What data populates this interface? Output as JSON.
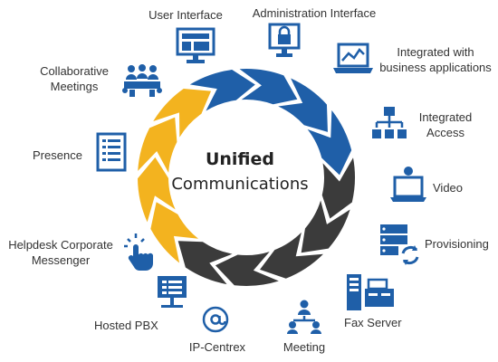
{
  "center": {
    "title": "Unified",
    "subtitle": "Communications"
  },
  "colors": {
    "blue": "#1f5fa8",
    "yellow": "#f3b31f",
    "dark": "#3b3b3b",
    "icon": "#1f5fa8"
  },
  "items": [
    {
      "label": "User Interface",
      "icon": "monitor-window-icon",
      "segment": "blue"
    },
    {
      "label": "Administration Interface",
      "icon": "monitor-lock-icon",
      "segment": "blue"
    },
    {
      "label": "Integrated with business applications",
      "icon": "laptop-chart-icon",
      "segment": "blue"
    },
    {
      "label": "Integrated Access",
      "icon": "hierarchy-icon",
      "segment": "blue"
    },
    {
      "label": "Video",
      "icon": "laptop-webcam-icon",
      "segment": "dark"
    },
    {
      "label": "Provisioning",
      "icon": "server-sync-icon",
      "segment": "dark"
    },
    {
      "label": "Fax Server",
      "icon": "fax-server-icon",
      "segment": "dark"
    },
    {
      "label": "Meeting",
      "icon": "people-network-icon",
      "segment": "dark"
    },
    {
      "label": "IP-Centrex",
      "icon": "at-sign-icon",
      "segment": "dark"
    },
    {
      "label": "Hosted PBX",
      "icon": "pbx-screen-icon",
      "segment": "yellow"
    },
    {
      "label": "Helpdesk Corporate Messenger",
      "icon": "hand-touch-icon",
      "segment": "yellow"
    },
    {
      "label": "Presence",
      "icon": "list-document-icon",
      "segment": "yellow"
    },
    {
      "label": "Collaborative Meetings",
      "icon": "meeting-table-icon",
      "segment": "yellow"
    }
  ]
}
